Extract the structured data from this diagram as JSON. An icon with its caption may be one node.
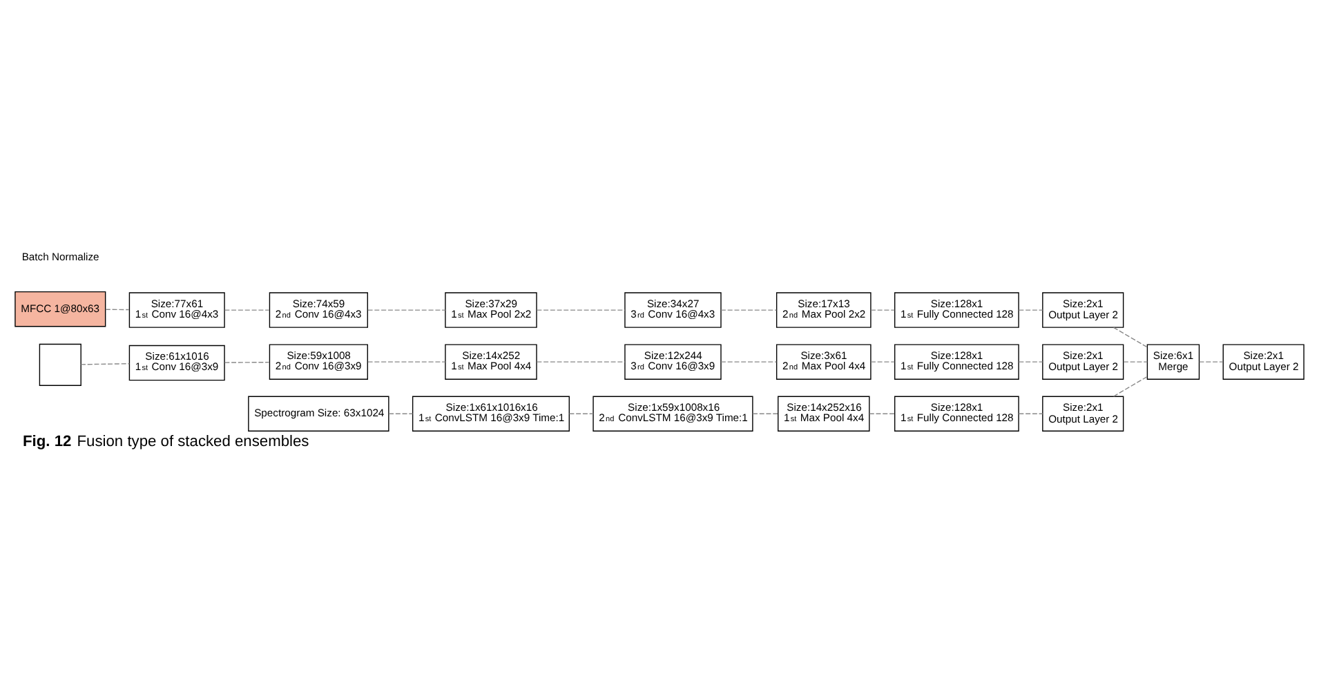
{
  "diagram": {
    "caption": "**Fig. 12** Fusion type of stacked ensembles",
    "nodes": [
      {
        "text": [
          "MFCC 1@80x63"
        ]
      },
      {
        "text": [
          "Size:77x61",
          "1$^{st}$ Conv 16@4x3"
        ]
      },
      {
        "text": [
          "Size:74x59",
          "2$^{nd}$ Conv 16@4x3"
        ]
      },
      {
        "text": [
          "Size:37x29",
          "1$^{st}$ Max Pool 2x2"
        ]
      },
      {
        "text": [
          "Size:34x27",
          "3$^{rd}$ Conv 16@4x3"
        ]
      },
      {
        "text": [
          "Size:17x13",
          "2$^{nd}$ Max Pool 2x2"
        ]
      },
      {
        "text": [
          "Size:128x1",
          "1$^{st}$ Fully Connected 128"
        ]
      },
      {
        "text": [
          "Size:2x1",
          "Output Layer 2"
        ]
      },
      {
        "text": [],
        "shape": "box"
      },
      {
        "text": [
          "Size:61x1016",
          "1$^{st}$ Conv 16@3x9"
        ]
      },
      {
        "text": [
          "Size:59x1008",
          "2$^{nd}$ Conv 16@3x9"
        ]
      },
      {
        "text": [
          "Size:14x252",
          "1$^{st}$ Max Pool 4x4"
        ]
      },
      {
        "text": [
          "Size:12x244",
          "3$^{rd}$ Conv 16@3x9"
        ]
      },
      {
        "text": [
          "Size:3x61",
          "2$^{nd}$ Max Pool 4x4"
        ]
      },
      {
        "text": [
          "Size:128x1",
          "1$^{st}$ Fully Connected 128"
        ]
      },
      {
        "text": [
          "Size:2x1",
          "Output Layer 2"
        ]
      },
      {
        "text": [
          "Spectrogram Size: 63x1024"
        ]
      },
      {
        "text": [
          "Size:1x61x1016x16",
          "1$^{st}$ ConvLSTM 16@3x9 Time:1"
        ]
      },
      {
        "text": [
          "Size:1x59x1008x16",
          "2$^{nd}$ ConvLSTM 16@3x9 Time:1"
        ]
      },
      {
        "text": [
          "Size:14x252x16",
          "1$^{st}$ Max Pool 4x4"
        ]
      },
      {
        "text": [
          "Size:128x1",
          "1$^{st}$ Fully Connected 128"
        ]
      },
      {
        "text": [
          "Size:2x1",
          "Output Layer 2"
        ]
      },
      {
        "text": [
          "Size:6x1",
          "Merge"
        ]
      },
      {
        "text": [
          "Size:2x1",
          "Output Layer 2"
        ]
      }
    ],
    "edges": [
      {
        "from": 0,
        "to": 1,
        "arrow": "none",
        "style": "dashed"
      },
      {
        "from": 1,
        "to": 2,
        "arrow": "none",
        "style": "dashed"
      },
      {
        "from": 2,
        "to": 3,
        "arrow": "none",
        "style": "dashed"
      },
      {
        "from": 3,
        "to": 4,
        "arrow": "none",
        "style": "dashed"
      },
      {
        "from": 4,
        "to": 5,
        "arrow": "none",
        "style": "dashed"
      },
      {
        "from": 5,
        "to": 6,
        "arrow": "none",
        "style": "dashed"
      },
      {
        "from": 6,
        "to": 7,
        "arrow": "none",
        "style": "dashed"
      },
      {
        "from": 8,
        "to": 9,
        "arrow": "none",
        "style": "dashed"
      },
      {
        "from": 9,
        "to": 10,
        "arrow": "none",
        "style": "dashed"
      },
      {
        "from": 10,
        "to": 11,
        "arrow": "none",
        "style": "dashed"
      },
      {
        "from": 11,
        "to": 12,
        "arrow": "none",
        "style": "dashed"
      },
      {
        "from": 12,
        "to": 13,
        "arrow": "none",
        "style": "dashed"
      },
      {
        "from": 13,
        "to": 14,
        "arrow": "none",
        "style": "dashed"
      },
      {
        "from": 14,
        "to": 15,
        "arrow": "none",
        "style": "dashed"
      },
      {
        "from": 16,
        "to": 17,
        "arrow": "none",
        "style": "dashed"
      },
      {
        "from": 17,
        "to": 18,
        "arrow": "none",
        "style": "dashed"
      },
      {
        "from": 18,
        "to": 19,
        "arrow": "none",
        "style": "dashed"
      },
      {
        "from": 19,
        "to": 20,
        "arrow": "none",
        "style": "dashed"
      },
      {
        "from": 20,
        "to": 21,
        "arrow": "none",
        "style": "dashed"
      },
      {
        "from": 7,
        "to": 22,
        "arrow": "none",
        "style": "dashed"
      },
      {
        "from": 15,
        "to": 22,
        "arrow": "none",
        "style": "dashed"
      },
      {
        "from": 21,
        "to": 22,
        "arrow": "none",
        "style": "dashed"
      },
      {
        "from": 22,
        "to": 23,
        "arrow": "none",
        "style": "dashed"
      }
    ],
    "labels": [
      "Batch Normalize"
    ]
  }
}
